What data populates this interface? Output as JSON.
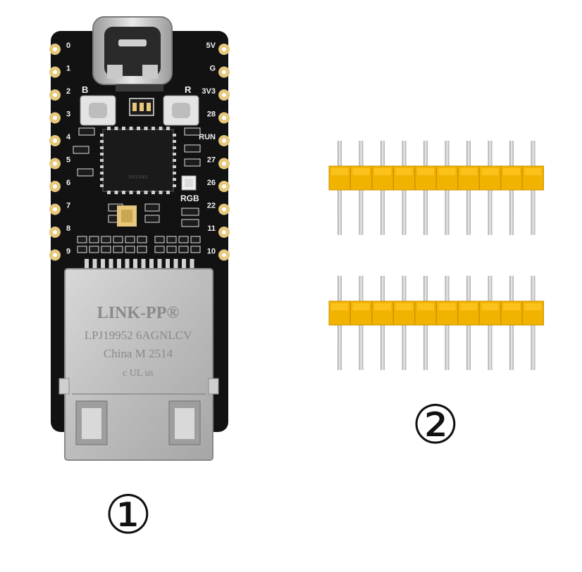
{
  "board": {
    "pins_left": [
      "0",
      "1",
      "2",
      "3",
      "4",
      "5",
      "6",
      "7",
      "8",
      "9"
    ],
    "pins_right": [
      "5V",
      "G",
      "3V3",
      "28",
      "RUN",
      "27",
      "26",
      "22",
      "11",
      "10"
    ],
    "button_boot": "B",
    "button_reset": "R",
    "led_label": "RGB",
    "jack": {
      "brand": "LINK-PP®",
      "part": "LPJ19952 6AGNLCV",
      "origin": "China M 2514",
      "ul_mark": "c UL us"
    }
  },
  "labels": {
    "item_1": "①",
    "item_2": "②"
  },
  "colors": {
    "pcb": "#121212",
    "gold_pad": "#e7c77a",
    "header_plastic": "#f2b200",
    "pin_metal": "#c9c9c9",
    "jack_metal": "#b7b7b7"
  }
}
